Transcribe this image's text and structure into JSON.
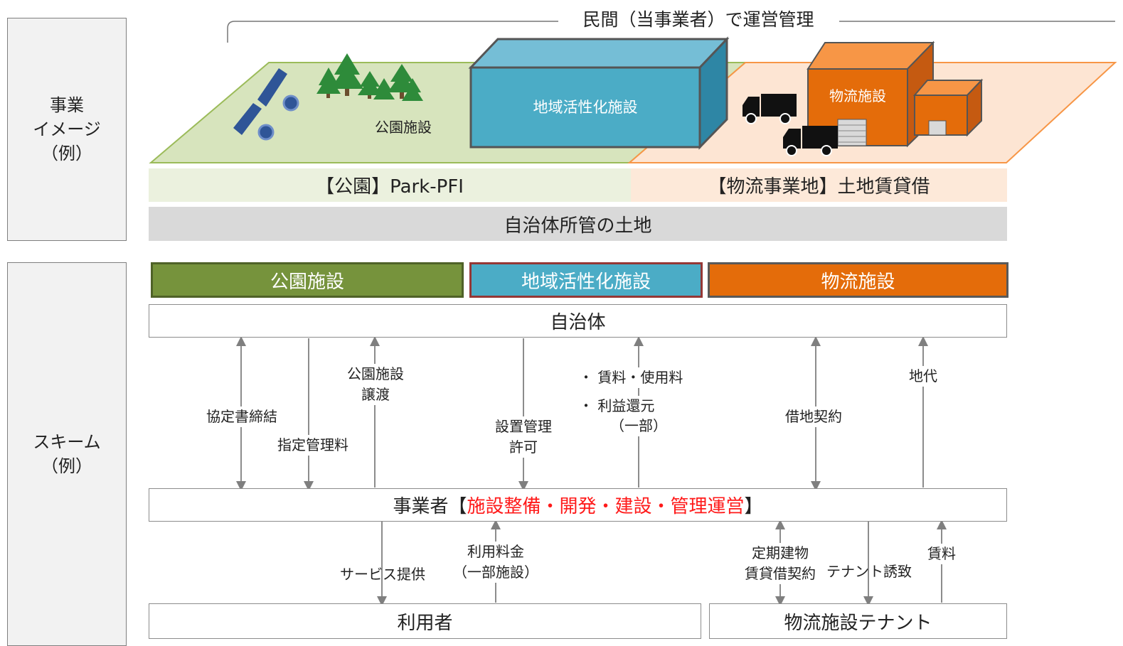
{
  "row_headers": {
    "image": "事業\nイメージ\n（例）",
    "scheme": "スキーム\n（例）"
  },
  "illustration": {
    "private_management": "民間（当事業者）で運営管理",
    "park_facility_label": "公園施設",
    "regional_facility_label": "地域活性化施設",
    "logistics_facility_label": "物流施設"
  },
  "bands": {
    "park": "【公園】Park-PFI",
    "logistics": "【物流事業地】土地賃貸借",
    "municipal_land": "自治体所管の土地"
  },
  "facilities": {
    "park": "公園施設",
    "regional": "地域活性化施設",
    "logistics": "物流施設"
  },
  "colors": {
    "park": "#76933c",
    "regional": "#4bacc6",
    "logistics": "#e46c0a",
    "red_text": "#ff1a1a"
  },
  "scheme": {
    "municipality": "自治体",
    "operator_prefix": "事業者【",
    "operator_role": "施設整備・開発・建設・管理運営",
    "operator_suffix": "】",
    "user": "利用者",
    "tenant": "物流施設テナント",
    "flows": {
      "agreement": "協定書締結",
      "management_fee": "指定管理料",
      "transfer": "公園施設\n譲渡",
      "permission": "設置管理\n許可",
      "rent_bullet1": "・ 賃料・使用料",
      "rent_bullet2": "・ 利益還元",
      "rent_bullet2_sub": "（一部）",
      "lease_contract": "借地契約",
      "land_rent": "地代",
      "service": "サービス提供",
      "usage_fee": "利用料金\n（一部施設）",
      "fixed_term": "定期建物\n賃貸借契約",
      "tenant_invite": "テナント誘致",
      "rent": "賃料"
    }
  }
}
